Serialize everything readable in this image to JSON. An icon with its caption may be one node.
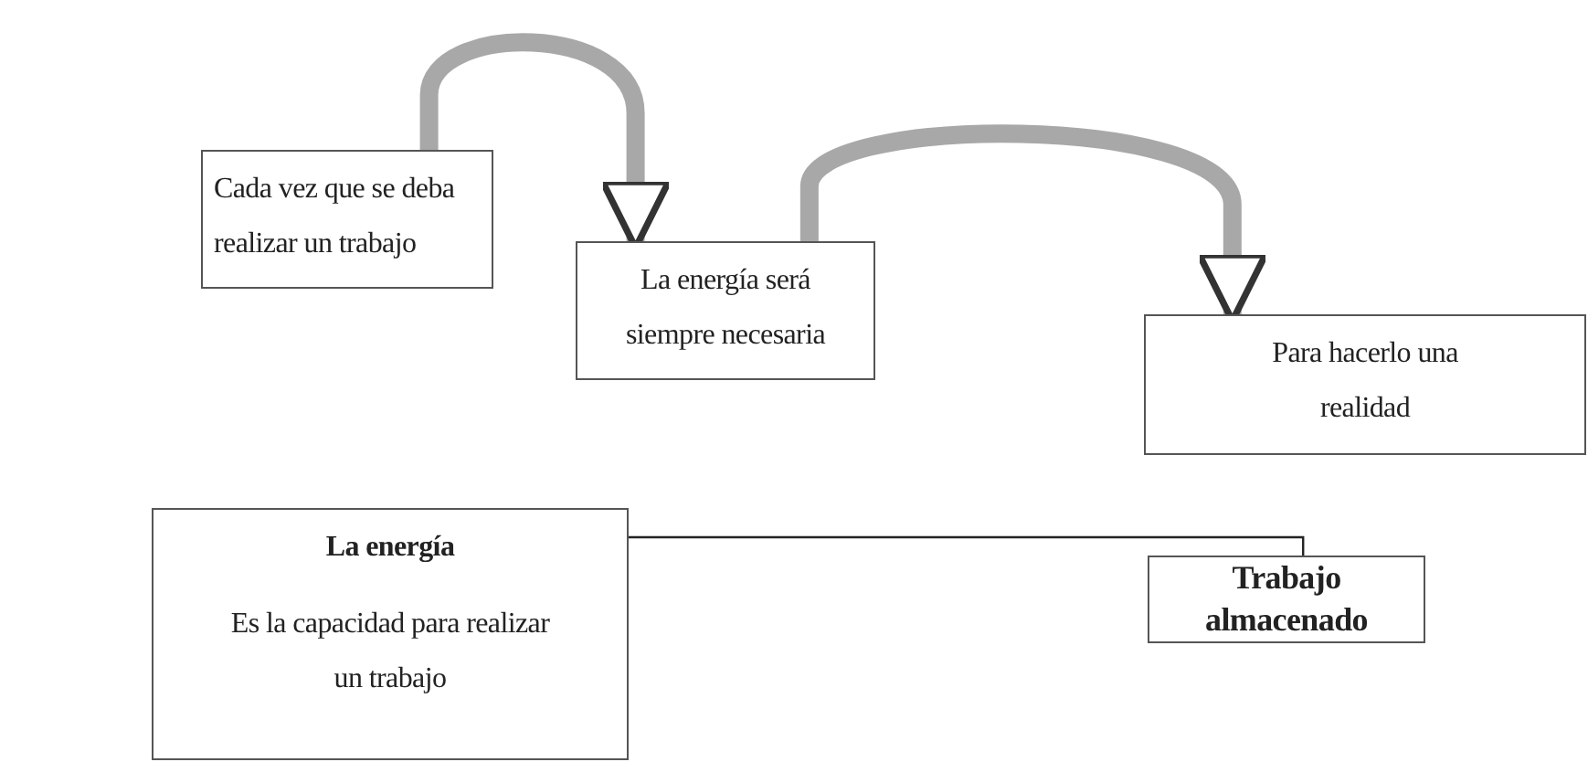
{
  "diagram": {
    "nodes": [
      {
        "text": [
          "Cada vez que se deba realizar un trabajo"
        ]
      },
      {
        "text": [
          "La energía será siempre necesaria"
        ]
      },
      {
        "text": [
          "Para hacerlo una realidad"
        ]
      },
      {
        "text": [
          "La energía",
          "Es la capacidad para realizar un trabajo"
        ]
      },
      {
        "text": [
          "Trabajo almacenado"
        ]
      }
    ],
    "edges": [
      {
        "from": 0,
        "to": 1,
        "arrow": "to"
      },
      {
        "from": 1,
        "to": 2,
        "arrow": "to"
      },
      {
        "from": 3,
        "to": 4,
        "arrow": "none",
        "color": "#222222"
      }
    ]
  }
}
